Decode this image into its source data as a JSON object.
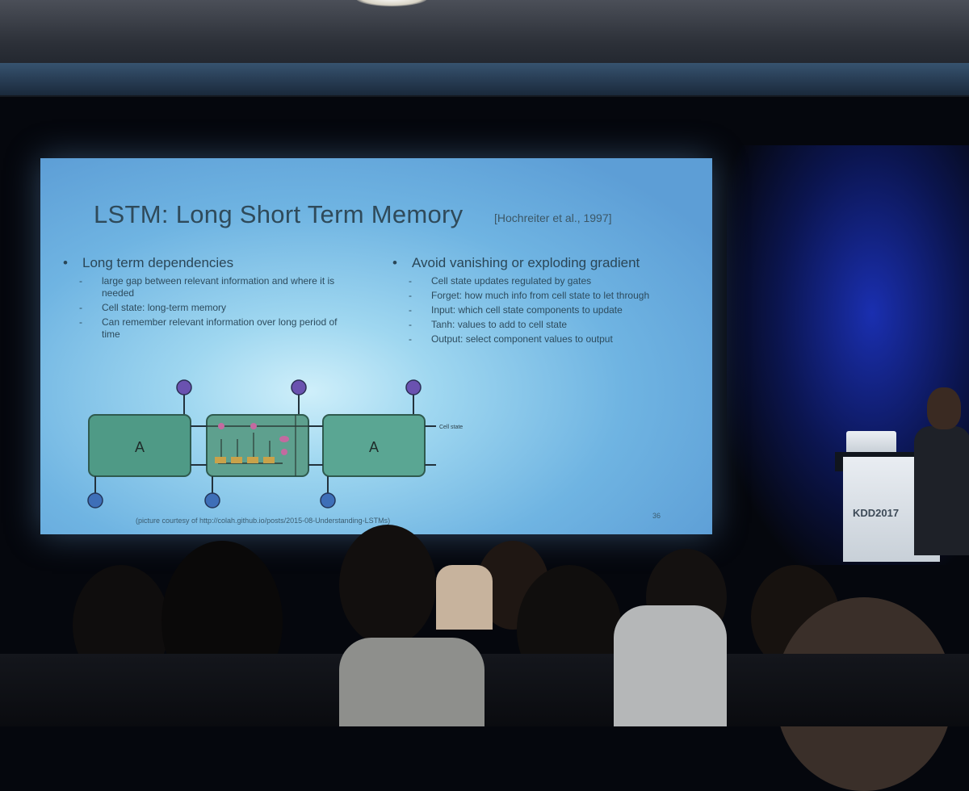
{
  "slide": {
    "title": "LSTM: Long Short Term Memory",
    "citation": "[Hochreiter et al., 1997]",
    "left_column": {
      "heading": "Long term dependencies",
      "items": [
        "large gap between relevant information and where it is needed",
        "Cell state: long-term memory",
        "Can remember relevant information over long period of time"
      ]
    },
    "right_column": {
      "heading": "Avoid vanishing or exploding gradient",
      "items": [
        "Cell state updates regulated by gates",
        "Forget: how much info from cell state to let through",
        "Input: which cell state components to update",
        "Tanh: values to add to cell state",
        "Output: select component values to output"
      ]
    },
    "diagram": {
      "block_label": "A",
      "cell_state_label": "Cell state"
    },
    "caption": "(picture courtesy of http://colah.github.io/posts/2015-08-Understanding-LSTMs)",
    "slide_number": "36"
  },
  "venue": {
    "podium_logo": "KDD2017"
  },
  "colors": {
    "screen": "#6aa8db",
    "slide_text": "#2f4a5a",
    "lstm_block": "#4f9a86",
    "input_node": "#3e6fb8",
    "output_node": "#6a52b0"
  }
}
